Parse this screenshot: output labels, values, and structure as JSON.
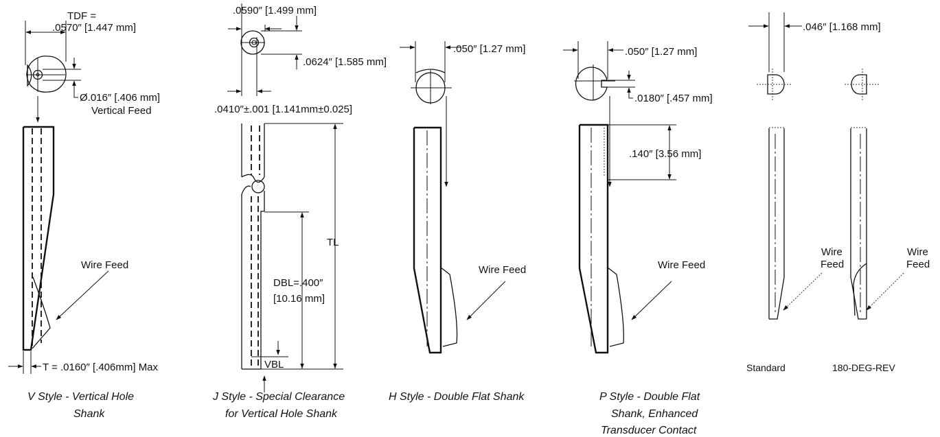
{
  "v_style": {
    "tdf_line1": "TDF =",
    "tdf_line2": ".0570″ [1.447 mm]",
    "hole_dia_line1": "Ø.016″ [.406 mm]",
    "hole_dia_line2": "Vertical Feed",
    "wire_feed": "Wire Feed",
    "thickness": "T = .0160″ [.406mm] Max",
    "caption_line1": "V Style - Vertical Hole",
    "caption_line2": "Shank"
  },
  "j_style": {
    "width_top": ".0590″ [1.499 mm]",
    "height_dim": ".0624″ [1.585 mm]",
    "width_bottom": ".0410″±.001 [1.141mm±0.025]",
    "tl": "TL",
    "dbl_line1": "DBL=.400″",
    "dbl_line2": "[10.16 mm]",
    "vbl": "VBL",
    "caption_line1": "J Style - Special Clearance",
    "caption_line2": "for Vertical Hole Shank"
  },
  "h_style": {
    "width_dim": ".050″ [1.27 mm]",
    "wire_feed": "Wire Feed",
    "caption_line1": "H Style - Double Flat Shank"
  },
  "p_style": {
    "width_dim": ".050″ [1.27 mm]",
    "slot_dim": ".0180″ [.457 mm]",
    "length_dim": ".140″ [3.56 mm]",
    "wire_feed": "Wire Feed",
    "caption_line1": "P Style - Double Flat",
    "caption_line2": "Shank, Enhanced",
    "caption_line3": "Transducer Contact"
  },
  "standard": {
    "width_dim": ".046″ [1.168 mm]",
    "wire_feed_line1": "Wire",
    "wire_feed_line2": "Feed",
    "label": "Standard"
  },
  "rev": {
    "wire_feed_line1": "Wire",
    "wire_feed_line2": "Feed",
    "label": "180-DEG-REV"
  }
}
